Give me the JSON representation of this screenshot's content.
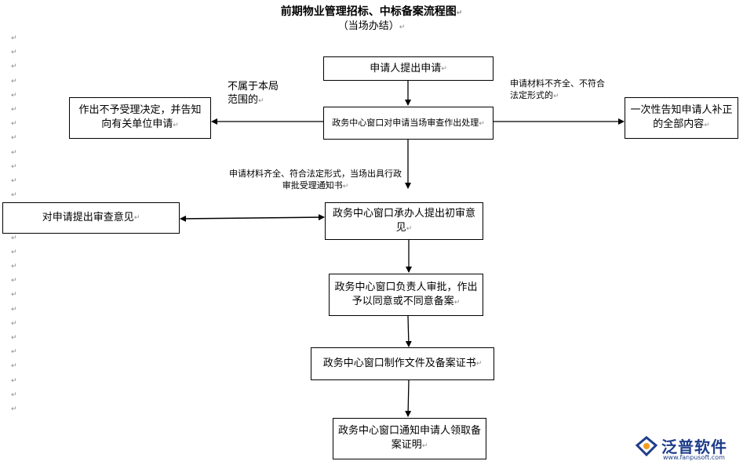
{
  "title": "前期物业管理招标、中标备案流程图",
  "subtitle": "（当场办结）",
  "paragraph_mark": "↵",
  "boxes": {
    "apply": "申请人提出申请",
    "window_review": "政务中心窗口对申请当场审查作出处理",
    "reject": "作出不予受理决定，并告知向有关单位申请",
    "notify_correction": "一次性告知申请人补正的全部内容",
    "opinion": "对申请提出审查意见",
    "initial": "政务中心窗口承办人提出初审意见",
    "approve": "政务中心窗口负责人审批，作出予以同意或不同意备案",
    "produce": "政务中心窗口制作文件及备案证书",
    "collect": "政务中心窗口通知申请人领取备案证明"
  },
  "notes": {
    "out_of_scope": "不属于本局范围的",
    "incomplete": "申请材料不齐全、不符合法定形式的",
    "complete": "申请材料齐全、符合法定形式，当场出具行政审批受理通知书"
  },
  "logo": {
    "name": "泛普软件",
    "url": "www.fanpusoft.com",
    "icon": "fanpu-logo-icon"
  },
  "colors": {
    "line": "#000000",
    "logo_blue": "#1f3d8a",
    "logo_orange": "#f39c1f"
  }
}
